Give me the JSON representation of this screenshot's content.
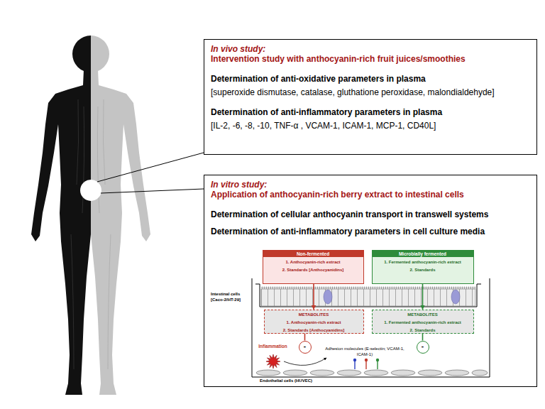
{
  "diagram": {
    "nodes": [
      {
        "text": [
          "In vivo study:",
          "Intervention study with anthocyanin-rich fruit juices/smoothies",
          "Determination of anti-oxidative parameters in plasma",
          "[superoxide dismutase, catalase, gluthatione peroxidase, malondialdehyde]",
          "Determination of anti-inflammatory parameters in plasma",
          "[IL-2, -6, -8, -10, TNF-α , VCAM-1, ICAM-1, MCP-1, CD40L]"
        ]
      },
      {
        "text": [
          "In vitro study:",
          "Application of anthocyanin-rich berry extract to intestinal cells",
          "Determination of cellular anthocyanin transport in transwell systems",
          "Determination of anti-inflammatory parameters in cell culture media"
        ]
      },
      {
        "text": [
          "Non-fermented",
          "1. Anthocyanin-rich extract",
          "2. Standards [Anthocyanidins]"
        ],
        "in": 1
      },
      {
        "text": [
          "Microbially fermented",
          "1. Fermented anthocyanin-rich extract",
          "2. Standards"
        ],
        "in": 1
      },
      {
        "text": [
          "METABOLITES",
          "1. Anthocyanin-rich extract",
          "2. Standards [Anthocyanidins]"
        ],
        "in": 1
      },
      {
        "text": [
          "METABOLITES",
          "1. Fermented anthocyanin-rich extract",
          "2. Standards"
        ],
        "in": 1
      },
      {
        "text": [
          "-"
        ],
        "in": 1
      },
      {
        "text": [
          "-"
        ],
        "in": 1
      },
      {
        "text": [
          "Inflammation"
        ],
        "in": 1
      }
    ],
    "edges": [
      {
        "from": 2,
        "to": 4,
        "arrow": "to"
      },
      {
        "from": 3,
        "to": 5,
        "arrow": "to"
      },
      {
        "from": 4,
        "to": 6,
        "arrow": "none"
      },
      {
        "from": 5,
        "to": 7,
        "arrow": "none"
      }
    ],
    "labels": [
      "Intestinal cells [Caco-2/HT-29]",
      "Adhesion molecules (E-selectin; VCAM-1, ICAM-1)",
      "Endothelial cells (HUVEC)"
    ]
  }
}
